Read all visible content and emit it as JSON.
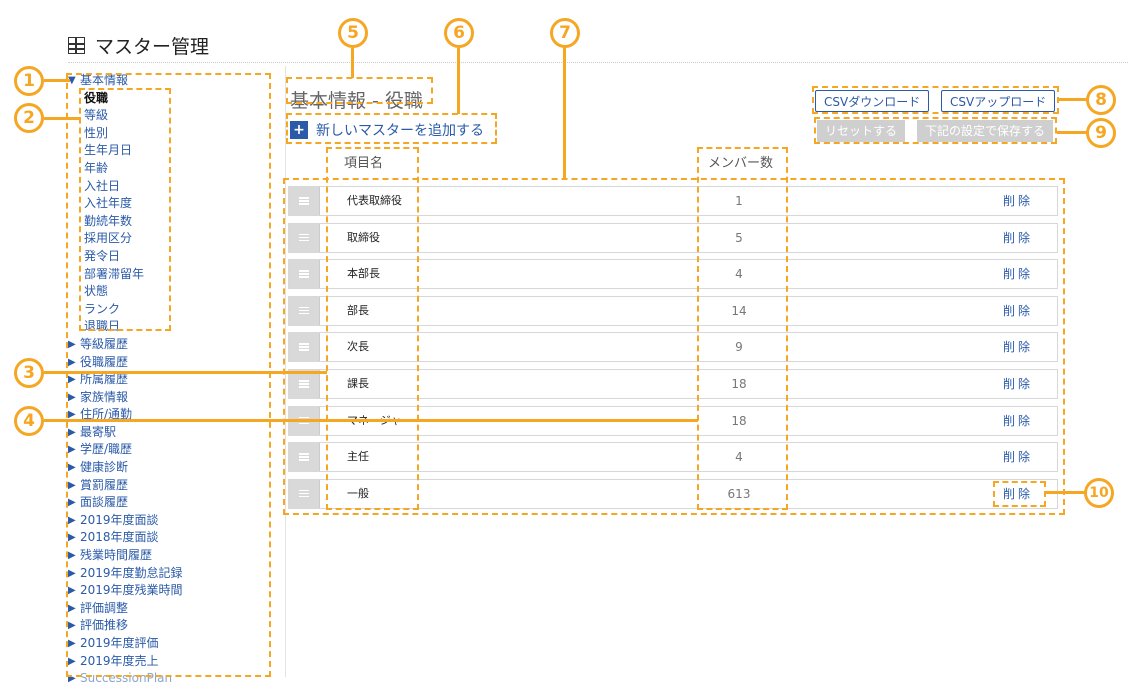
{
  "header": {
    "title": "マスター管理"
  },
  "sidebar": {
    "expanded": {
      "label": "基本情報"
    },
    "sub_items": [
      "役職",
      "等級",
      "性別",
      "生年月日",
      "年齢",
      "入社日",
      "入社年度",
      "勤続年数",
      "採用区分",
      "発令日",
      "部署滞留年",
      "状態",
      "ランク",
      "退職日"
    ],
    "collapsed": [
      "等級履歴",
      "役職履歴",
      "所属履歴",
      "家族情報",
      "住所/通勤",
      "最寄駅",
      "学歴/職歴",
      "健康診断",
      "賞罰履歴",
      "面談履歴",
      "2019年度面談",
      "2018年度面談",
      "残業時間履歴",
      "2019年度勤怠記録",
      "2019年度残業時間",
      "評価調整",
      "評価推移",
      "2019年度評価",
      "2019年度売上",
      "SuccessionPlan"
    ]
  },
  "main": {
    "section_title": "基本情報 - 役職",
    "add_label": "新しいマスターを追加する",
    "buttons": {
      "csv_download": "CSVダウンロード",
      "csv_upload": "CSVアップロード",
      "reset": "リセットする",
      "save": "下記の設定で保存する"
    },
    "columns": {
      "name": "項目名",
      "members": "メンバー数"
    },
    "rows": [
      {
        "name": "代表取締役",
        "count": "1",
        "delete": "削除"
      },
      {
        "name": "取締役",
        "count": "5",
        "delete": "削除"
      },
      {
        "name": "本部長",
        "count": "4",
        "delete": "削除"
      },
      {
        "name": "部長",
        "count": "14",
        "delete": "削除"
      },
      {
        "name": "次長",
        "count": "9",
        "delete": "削除"
      },
      {
        "name": "課長",
        "count": "18",
        "delete": "削除"
      },
      {
        "name": "マネージャ",
        "count": "18",
        "delete": "削除"
      },
      {
        "name": "主任",
        "count": "4",
        "delete": "削除"
      },
      {
        "name": "一般",
        "count": "613",
        "delete": "削除"
      }
    ]
  },
  "annotations": [
    "1",
    "2",
    "3",
    "4",
    "5",
    "6",
    "7",
    "8",
    "9",
    "10"
  ],
  "colors": {
    "accent": "#2a5aa8",
    "annotation": "#f5a623"
  }
}
